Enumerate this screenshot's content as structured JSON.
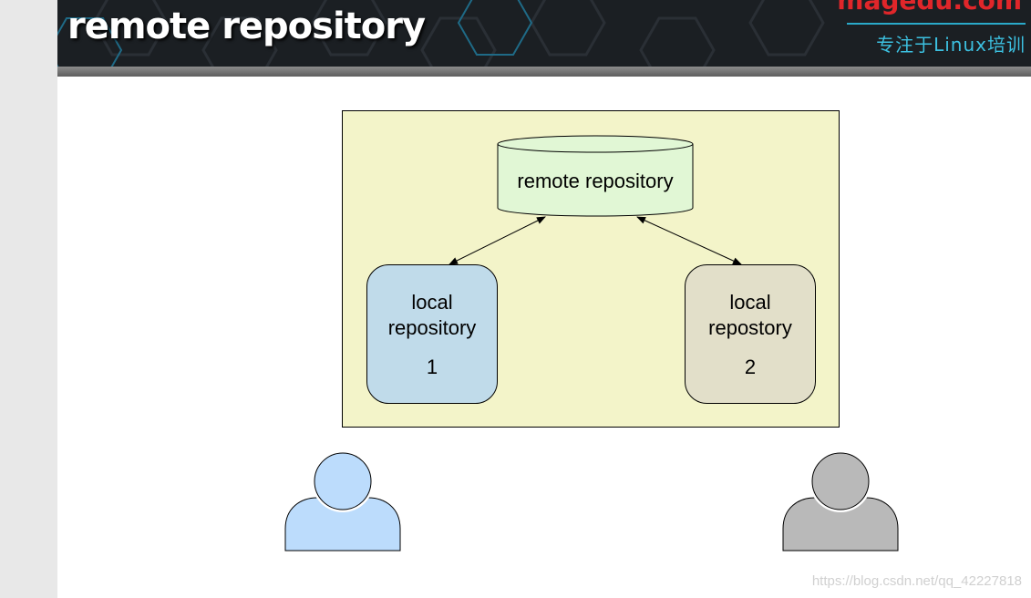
{
  "slide": {
    "title": "remote repository",
    "brand": {
      "name": "magedu.com",
      "tagline": "专注于Linux培训"
    }
  },
  "diagram": {
    "remote": "remote repository",
    "local1": {
      "line1": "local",
      "line2": "repository",
      "number": "1"
    },
    "local2": {
      "line1": "local",
      "line2": "repostory",
      "number": "2"
    }
  },
  "users": [
    {
      "color": "#bcdcfc"
    },
    {
      "color": "#b9b9b9"
    }
  ],
  "watermark": "https://blog.csdn.net/qq_42227818"
}
